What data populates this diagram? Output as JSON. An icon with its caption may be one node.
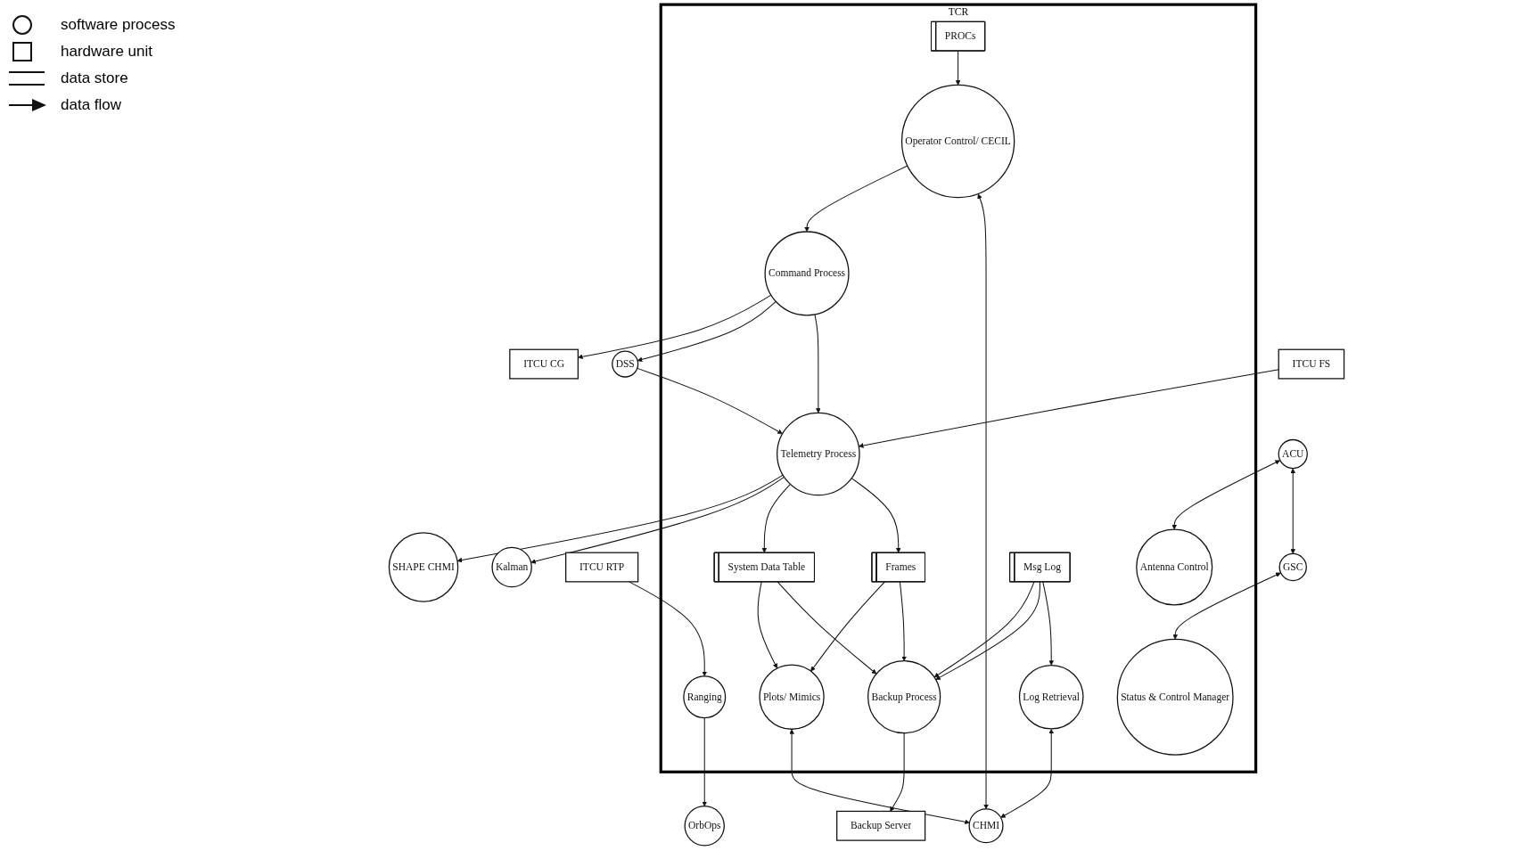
{
  "diagram": {
    "nodes": [
      {
        "text": [
          "OrbOps"
        ]
      },
      {
        "text": [
          "Kalman"
        ]
      },
      {
        "text": [
          "SHAPE CHMI"
        ]
      },
      {
        "text": [
          "ITCU FS"
        ]
      },
      {
        "text": [
          "ITCU CG"
        ]
      },
      {
        "text": [
          "DSS"
        ]
      },
      {
        "text": [
          "TCR"
        ]
      },
      {
        "text": [
          "ITCU RTP"
        ]
      },
      {
        "text": [
          "Ranging"
        ],
        "in": 6
      },
      {
        "text": [
          "Telemetry Process"
        ],
        "in": 6
      },
      {
        "text": [
          "Command Process"
        ],
        "in": 6
      },
      {
        "text": [
          "Operator Control/ CECIL"
        ],
        "in": 6
      },
      {
        "text": [
          "ACU"
        ]
      },
      {
        "text": [
          "Antenna Control"
        ],
        "in": 6
      },
      {
        "text": [
          "System Data Table"
        ],
        "in": 6
      },
      {
        "text": [
          "Frames"
        ],
        "in": 6
      },
      {
        "text": [
          "PROCs"
        ],
        "in": 6
      },
      {
        "text": [
          "Plots/ Mimics"
        ],
        "in": 6
      },
      {
        "text": [
          "CHMI"
        ]
      },
      {
        "text": [
          "GSC"
        ]
      },
      {
        "text": [
          "Status & Control Manager"
        ],
        "in": 6
      },
      {
        "text": [
          "Backup Process"
        ],
        "in": 6
      },
      {
        "text": [
          "Msg Log"
        ],
        "in": 6
      },
      {
        "text": [
          "Log Retrieval"
        ],
        "in": 6
      },
      {
        "text": [
          "Backup Server"
        ]
      }
    ],
    "edges": [
      {
        "from": 7,
        "to": 8,
        "arrow": "to"
      },
      {
        "from": 8,
        "to": 0,
        "arrow": "to"
      },
      {
        "from": 9,
        "to": 2,
        "arrow": "to"
      },
      {
        "from": 9,
        "to": 1,
        "arrow": "to"
      },
      {
        "from": 3,
        "to": 9,
        "arrow": "to"
      },
      {
        "from": 5,
        "to": 9,
        "arrow": "to"
      },
      {
        "from": 10,
        "to": 4,
        "arrow": "to"
      },
      {
        "from": 10,
        "to": 5,
        "arrow": "to"
      },
      {
        "from": 10,
        "to": 9,
        "arrow": "to"
      },
      {
        "from": 11,
        "to": 10,
        "arrow": "to"
      },
      {
        "from": 16,
        "to": 11,
        "arrow": "to"
      },
      {
        "from": 11,
        "to": 18,
        "arrow": "both"
      },
      {
        "from": 12,
        "to": 13,
        "arrow": "both"
      },
      {
        "from": 12,
        "to": 19,
        "arrow": "both"
      },
      {
        "from": 9,
        "to": 14,
        "arrow": "to"
      },
      {
        "from": 9,
        "to": 15,
        "arrow": "to"
      },
      {
        "from": 14,
        "to": 17,
        "arrow": "to"
      },
      {
        "from": 15,
        "to": 17,
        "arrow": "to"
      },
      {
        "from": 17,
        "to": 18,
        "arrow": "both"
      },
      {
        "from": 19,
        "to": 20,
        "arrow": "both"
      },
      {
        "from": 14,
        "to": 21,
        "arrow": "to"
      },
      {
        "from": 15,
        "to": 21,
        "arrow": "to"
      },
      {
        "from": 22,
        "to": 21,
        "arrow": "to"
      },
      {
        "from": 22,
        "to": 21,
        "arrow": "to"
      },
      {
        "from": 22,
        "to": 23,
        "arrow": "to"
      },
      {
        "from": 23,
        "to": 18,
        "arrow": "both"
      },
      {
        "from": 21,
        "to": 24,
        "arrow": "to"
      }
    ],
    "legend": [
      {
        "text": "software process"
      },
      {
        "text": "hardware unit"
      },
      {
        "text": "data store"
      },
      {
        "text": "data flow"
      }
    ]
  }
}
